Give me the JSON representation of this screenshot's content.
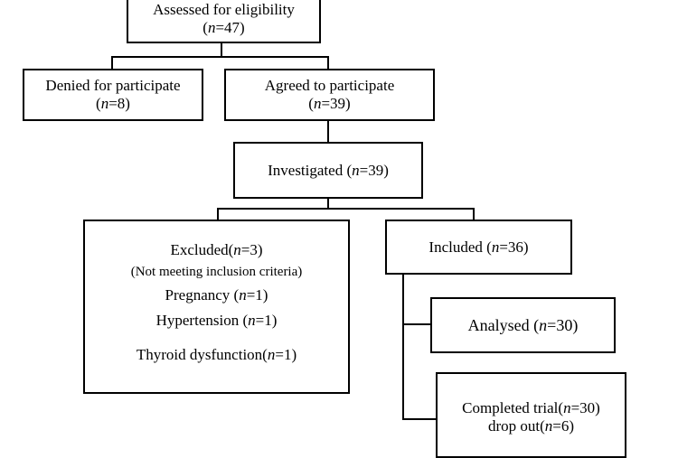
{
  "assessed": {
    "title": "Assessed for eligibility",
    "count": "(n=47)"
  },
  "denied": {
    "title": "Denied for participate",
    "count": "(n=8)"
  },
  "agreed": {
    "title": "Agreed to participate",
    "count": "(n=39)"
  },
  "investigated": {
    "label": "Investigated (n=39)"
  },
  "excluded": {
    "title": "Excluded(n=3)",
    "subtitle": "(Not meeting inclusion criteria)",
    "reasons": [
      "Pregnancy (n=1)",
      "Hypertension (n=1)",
      "Thyroid dysfunction(n=1)"
    ]
  },
  "included": {
    "label": "Included (n=36)"
  },
  "analysed": {
    "label": "Analysed (n=30)"
  },
  "completed": {
    "line1": "Completed trial(n=30)",
    "line2": "drop out(n=6)"
  }
}
